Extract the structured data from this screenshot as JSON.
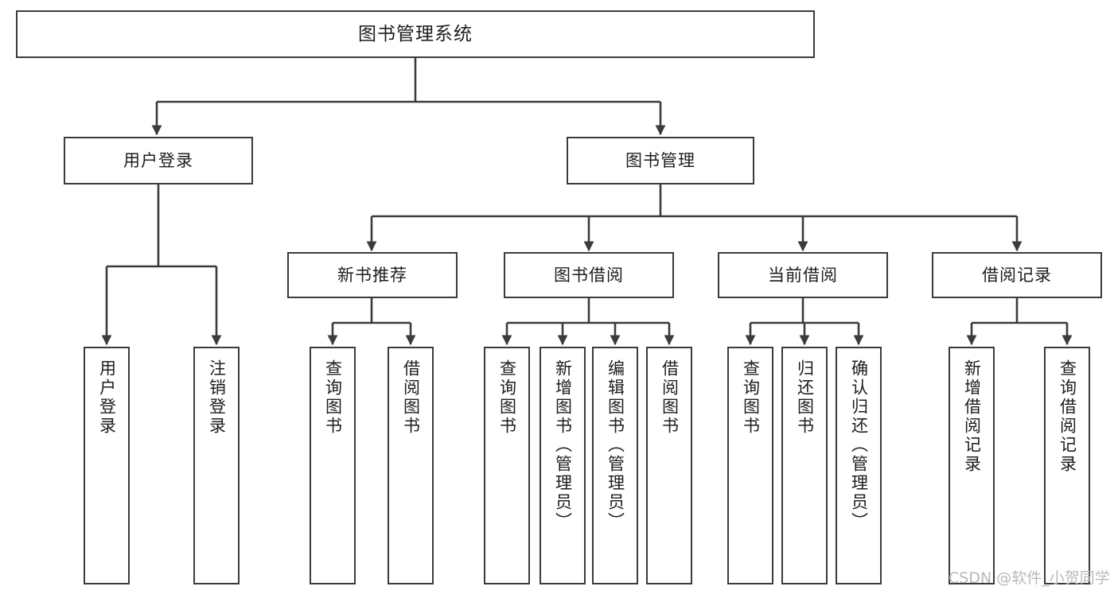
{
  "diagram": {
    "type": "tree",
    "title": "图书管理系统",
    "watermark": "CSDN @软件_小贺同学",
    "colors": {
      "box_border": "#3b3b3b",
      "box_fill": "#ffffff",
      "edge": "#3b3b3b",
      "text": "#1d1d1d",
      "watermark": "#b9b9b9",
      "background": "#ffffff"
    },
    "nodes": {
      "root": {
        "label": "图书管理系统"
      },
      "level2": [
        {
          "id": "user_login",
          "label": "用户登录"
        },
        {
          "id": "book_manage",
          "label": "图书管理"
        }
      ],
      "level3": [
        {
          "id": "new_book_rec",
          "label": "新书推荐"
        },
        {
          "id": "book_borrow",
          "label": "图书借阅"
        },
        {
          "id": "current_borrow",
          "label": "当前借阅"
        },
        {
          "id": "borrow_record",
          "label": "借阅记录"
        }
      ],
      "leaves": [
        {
          "id": "leaf_user_login",
          "label": "用户登录",
          "parent": "user_login"
        },
        {
          "id": "leaf_user_logout",
          "label": "注销登录",
          "parent": "user_login"
        },
        {
          "id": "leaf_query_book_1",
          "label": "查询图书",
          "parent": "new_book_rec"
        },
        {
          "id": "leaf_borrow_book_1",
          "label": "借阅图书",
          "parent": "new_book_rec"
        },
        {
          "id": "leaf_query_book_2",
          "label": "查询图书",
          "parent": "book_borrow"
        },
        {
          "id": "leaf_add_book",
          "label": "新增图书（管理员）",
          "parent": "book_borrow"
        },
        {
          "id": "leaf_edit_book",
          "label": "编辑图书（管理员）",
          "parent": "book_borrow"
        },
        {
          "id": "leaf_borrow_book_2",
          "label": "借阅图书",
          "parent": "book_borrow"
        },
        {
          "id": "leaf_query_book_3",
          "label": "查询图书",
          "parent": "current_borrow"
        },
        {
          "id": "leaf_return_book",
          "label": "归还图书",
          "parent": "current_borrow"
        },
        {
          "id": "leaf_confirm_return",
          "label": "确认归还（管理员）",
          "parent": "current_borrow"
        },
        {
          "id": "leaf_add_record",
          "label": "新增借阅记录",
          "parent": "borrow_record"
        },
        {
          "id": "leaf_query_record",
          "label": "查询借阅记录",
          "parent": "borrow_record"
        }
      ]
    }
  }
}
